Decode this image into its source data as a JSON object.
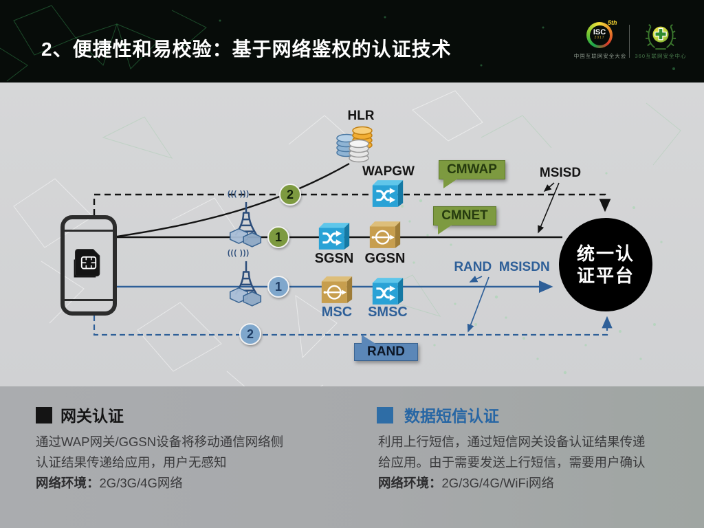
{
  "header": {
    "title": "2、便捷性和易校验：基于网络鉴权的认证技术",
    "isc": {
      "name": "ISC",
      "year": "2017",
      "badge": "5th",
      "caption": "中国互联网安全大会"
    },
    "brand360": {
      "caption": "360互联网安全中心"
    }
  },
  "diagram": {
    "hlr": "HLR",
    "wapgw": "WAPGW",
    "sgsn": "SGSN",
    "ggsn": "GGSN",
    "msc": "MSC",
    "smsc": "SMSC",
    "cmwap": "CMWAP",
    "cmnet": "CMNET",
    "rand": "RAND",
    "msisd": "MSISD",
    "rand_msisdn": "RAND  MSISDN",
    "platform_line1": "统一认",
    "platform_line2": "证平台",
    "wave": "((( )))",
    "steps": {
      "g1": "1",
      "g2": "2",
      "b1": "1",
      "b2": "2"
    }
  },
  "sections": {
    "gateway": {
      "title": "网关认证",
      "line1": "通过WAP网关/GGSN设备将移动通信网络侧",
      "line2": "认证结果传递给应用，用户无感知",
      "env_label": "网络环境：",
      "env_value": "2G/3G/4G网络"
    },
    "sms": {
      "title": "数据短信认证",
      "line1": "利用上行短信，通过短信网关设备认证结果传递",
      "line2": "给应用。由于需要发送上行短信，需要用户确认",
      "env_label": "网络环境：",
      "env_value": "2G/3G/4G/WiFi网络"
    }
  },
  "colors": {
    "accent_green": "#7d9a40",
    "accent_blue": "#2e5f98",
    "callout_blue": "#5b87b8",
    "platform_bg": "#000000",
    "header_bg": "#070c09"
  }
}
